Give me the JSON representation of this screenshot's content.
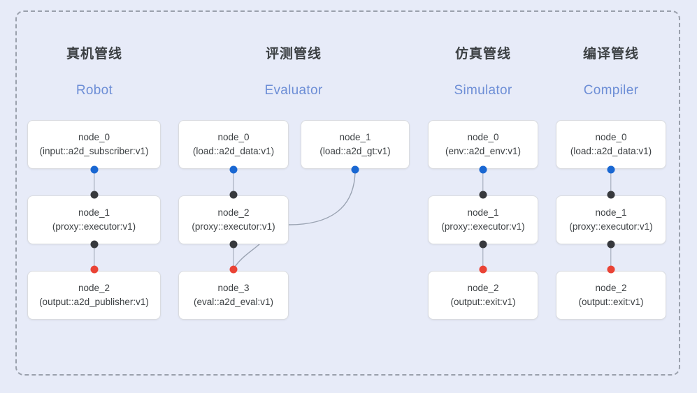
{
  "diagram": {
    "background_color": "#e7ebf8",
    "frame_border_color": "#9aa0ac",
    "port_colors": {
      "output_blue": "#1967d2",
      "link_black": "#37393d",
      "input_red": "#ea4335"
    },
    "columns": [
      {
        "id": "robot",
        "title_cn": "真机管线",
        "title_en": "Robot",
        "nodes": [
          {
            "name": "node_0",
            "type": "(input::a2d_subscriber:v1)"
          },
          {
            "name": "node_1",
            "type": "(proxy::executor:v1)"
          },
          {
            "name": "node_2",
            "type": "(output::a2d_publisher:v1)"
          }
        ]
      },
      {
        "id": "evaluator",
        "title_cn": "评测管线",
        "title_en": "Evaluator",
        "nodes": [
          {
            "name": "node_0",
            "type": "(load::a2d_data:v1)"
          },
          {
            "name": "node_1",
            "type": "(load::a2d_gt:v1)"
          },
          {
            "name": "node_2",
            "type": "(proxy::executor:v1)"
          },
          {
            "name": "node_3",
            "type": "(eval::a2d_eval:v1)"
          }
        ]
      },
      {
        "id": "simulator",
        "title_cn": "仿真管线",
        "title_en": "Simulator",
        "nodes": [
          {
            "name": "node_0",
            "type": "(env::a2d_env:v1)"
          },
          {
            "name": "node_1",
            "type": "(proxy::executor:v1)"
          },
          {
            "name": "node_2",
            "type": "(output::exit:v1)"
          }
        ]
      },
      {
        "id": "compiler",
        "title_cn": "编译管线",
        "title_en": "Compiler",
        "nodes": [
          {
            "name": "node_0",
            "type": "(load::a2d_data:v1)"
          },
          {
            "name": "node_1",
            "type": "(proxy::executor:v1)"
          },
          {
            "name": "node_2",
            "type": "(output::exit:v1)"
          }
        ]
      }
    ]
  }
}
